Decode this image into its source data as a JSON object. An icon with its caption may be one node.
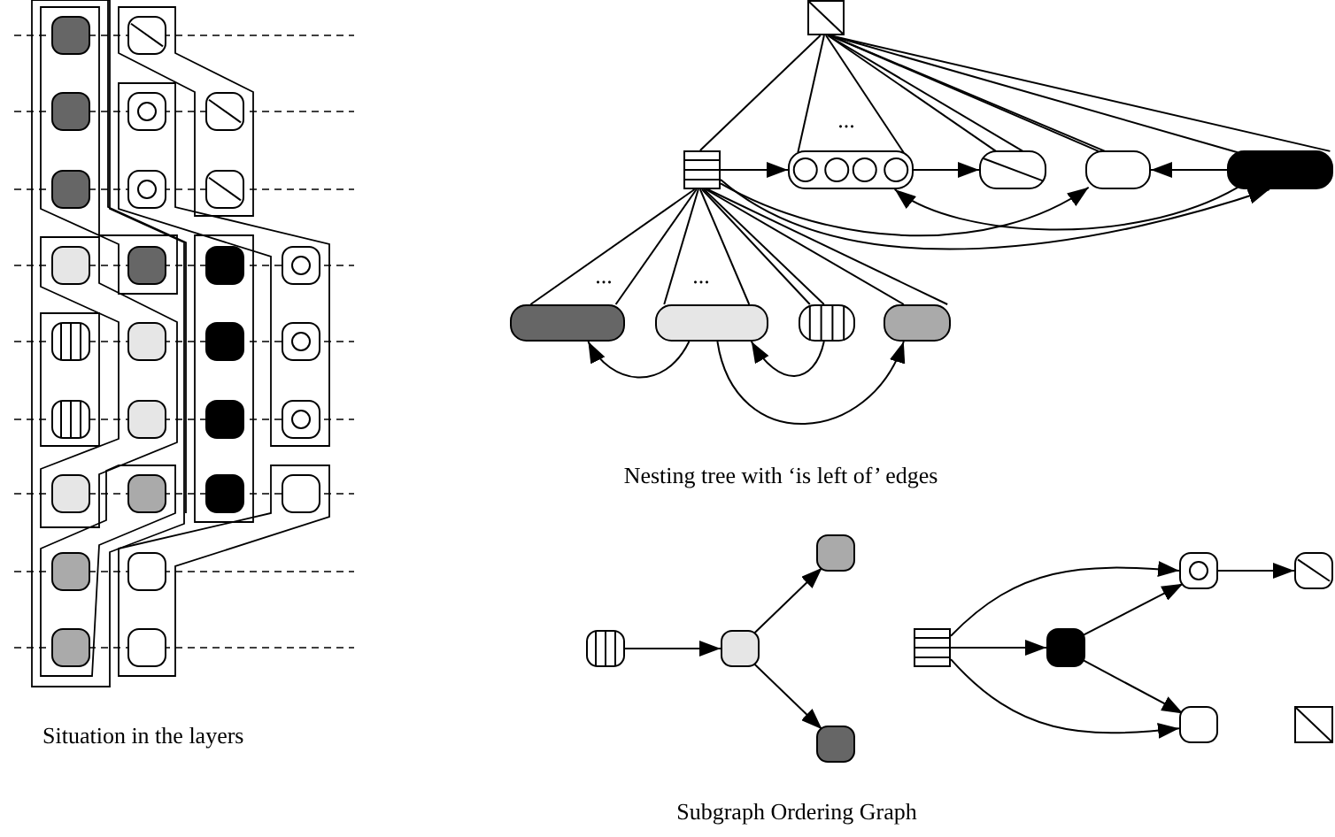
{
  "diagram": {
    "nodes": [
      {
        "text": [],
        "shape": "box"
      },
      {
        "text": [],
        "shape": "box"
      },
      {
        "text": [],
        "shape": "bar"
      },
      {
        "text": [],
        "shape": "bar"
      },
      {
        "text": [],
        "shape": "bar"
      },
      {
        "text": [],
        "shape": "bar"
      },
      {
        "text": [],
        "shape": "bar"
      },
      {
        "text": [],
        "shape": "bar"
      },
      {
        "text": [],
        "shape": "bar"
      },
      {
        "text": [],
        "shape": "bar"
      },
      {
        "text": [],
        "shape": "square"
      },
      {
        "text": [],
        "shape": "square"
      },
      {
        "text": [],
        "shape": "square"
      },
      {
        "text": [],
        "shape": "square"
      },
      {
        "text": [],
        "shape": "box"
      },
      {
        "text": [],
        "shape": "square"
      },
      {
        "text": [],
        "shape": "square"
      },
      {
        "text": [],
        "shape": "square"
      },
      {
        "text": [],
        "shape": "square"
      },
      {
        "text": [],
        "shape": "box"
      }
    ],
    "edges": [
      {
        "from": 0,
        "to": 1,
        "arrow": "none"
      },
      {
        "from": 0,
        "to": 2,
        "arrow": "none"
      },
      {
        "from": 0,
        "to": 2,
        "arrow": "none"
      },
      {
        "from": 0,
        "to": 3,
        "arrow": "none"
      },
      {
        "from": 0,
        "to": 3,
        "arrow": "none"
      },
      {
        "from": 0,
        "to": 4,
        "arrow": "none"
      },
      {
        "from": 0,
        "to": 4,
        "arrow": "none"
      },
      {
        "from": 0,
        "to": 5,
        "arrow": "none"
      },
      {
        "from": 0,
        "to": 5,
        "arrow": "none"
      },
      {
        "from": 1,
        "to": 2,
        "arrow": "to"
      },
      {
        "from": 2,
        "to": 3,
        "arrow": "to"
      },
      {
        "from": 5,
        "to": 4,
        "arrow": "to"
      },
      {
        "from": 5,
        "to": 2,
        "arrow": "to"
      },
      {
        "from": 1,
        "to": 4,
        "arrow": "to"
      },
      {
        "from": 1,
        "to": 5,
        "arrow": "to"
      },
      {
        "from": 1,
        "to": 6,
        "arrow": "none"
      },
      {
        "from": 1,
        "to": 6,
        "arrow": "none"
      },
      {
        "from": 1,
        "to": 7,
        "arrow": "none"
      },
      {
        "from": 1,
        "to": 7,
        "arrow": "none"
      },
      {
        "from": 1,
        "to": 8,
        "arrow": "none"
      },
      {
        "from": 1,
        "to": 8,
        "arrow": "none"
      },
      {
        "from": 1,
        "to": 9,
        "arrow": "none"
      },
      {
        "from": 1,
        "to": 9,
        "arrow": "none"
      },
      {
        "from": 7,
        "to": 6,
        "arrow": "to"
      },
      {
        "from": 8,
        "to": 7,
        "arrow": "to"
      },
      {
        "from": 7,
        "to": 9,
        "arrow": "to"
      },
      {
        "from": 10,
        "to": 11,
        "arrow": "to"
      },
      {
        "from": 11,
        "to": 12,
        "arrow": "to"
      },
      {
        "from": 11,
        "to": 13,
        "arrow": "to"
      },
      {
        "from": 14,
        "to": 16,
        "arrow": "to"
      },
      {
        "from": 14,
        "to": 15,
        "arrow": "to"
      },
      {
        "from": 14,
        "to": 18,
        "arrow": "to"
      },
      {
        "from": 15,
        "to": 16,
        "arrow": "to"
      },
      {
        "from": 15,
        "to": 18,
        "arrow": "to"
      },
      {
        "from": 16,
        "to": 17,
        "arrow": "to"
      }
    ],
    "labels": [
      "...",
      "...",
      "...",
      "Nesting tree with ‘is left of’ edges",
      "Situation in the layers",
      "Subgraph Ordering Graph"
    ]
  }
}
